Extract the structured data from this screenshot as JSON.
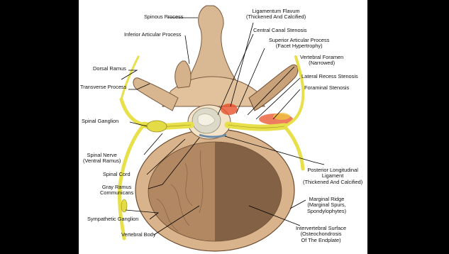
{
  "labels": {
    "spinous_process": "Spinous Process",
    "inferior_articular_process": "Inferior Articular Process",
    "dorsal_ramus": "Dorsal Ramus",
    "transverse_process": "Transverse Process",
    "spinal_ganglion": "Spinal Ganglion",
    "spinal_nerve_1": "Spinal Nerve",
    "spinal_nerve_2": "(Ventral Ramus)",
    "spinal_cord": "Spinal Cord",
    "gray_ramus_1": "Gray Ramus",
    "gray_ramus_2": "Communicans",
    "sympathetic_ganglion": "Sympathetic Ganglion",
    "vertebral_body": "Vertebral Body",
    "ligamentum_flavum_1": "Ligamentum Flavum",
    "ligamentum_flavum_2": "(Thickened And Calcified)",
    "central_canal_stenosis": "Central Canal Stenosis",
    "superior_articular_1": "Superior Articular Process",
    "superior_articular_2": "(Facet Hypertrophy)",
    "vertebral_foramen_1": "Vertebral Foramen",
    "vertebral_foramen_2": "(Narrowed)",
    "lateral_recess_stenosis": "Lateral Recess Stenosis",
    "foraminal_stenosis": "Foraminal Stenosis",
    "pll_1": "Posterior Longitudinal",
    "pll_2": "Ligament",
    "pll_3": "(Thickened And Calcified)",
    "marginal_ridge_1": "Marginal Ridge",
    "marginal_ridge_2": "(Marginal Spurs,",
    "marginal_ridge_3": "Spondylophytes)",
    "intervertebral_1": "Intervertebral Surface",
    "intervertebral_2": "(Osteochondrosis",
    "intervertebral_3": "Of The Endplate)"
  },
  "colors": {
    "background": "#000000",
    "panel": "#ffffff",
    "bone": "#e4c7a2",
    "bone_dark": "#7a5a3e",
    "nerve": "#e8e04a",
    "stenosis": "#e8502a"
  }
}
